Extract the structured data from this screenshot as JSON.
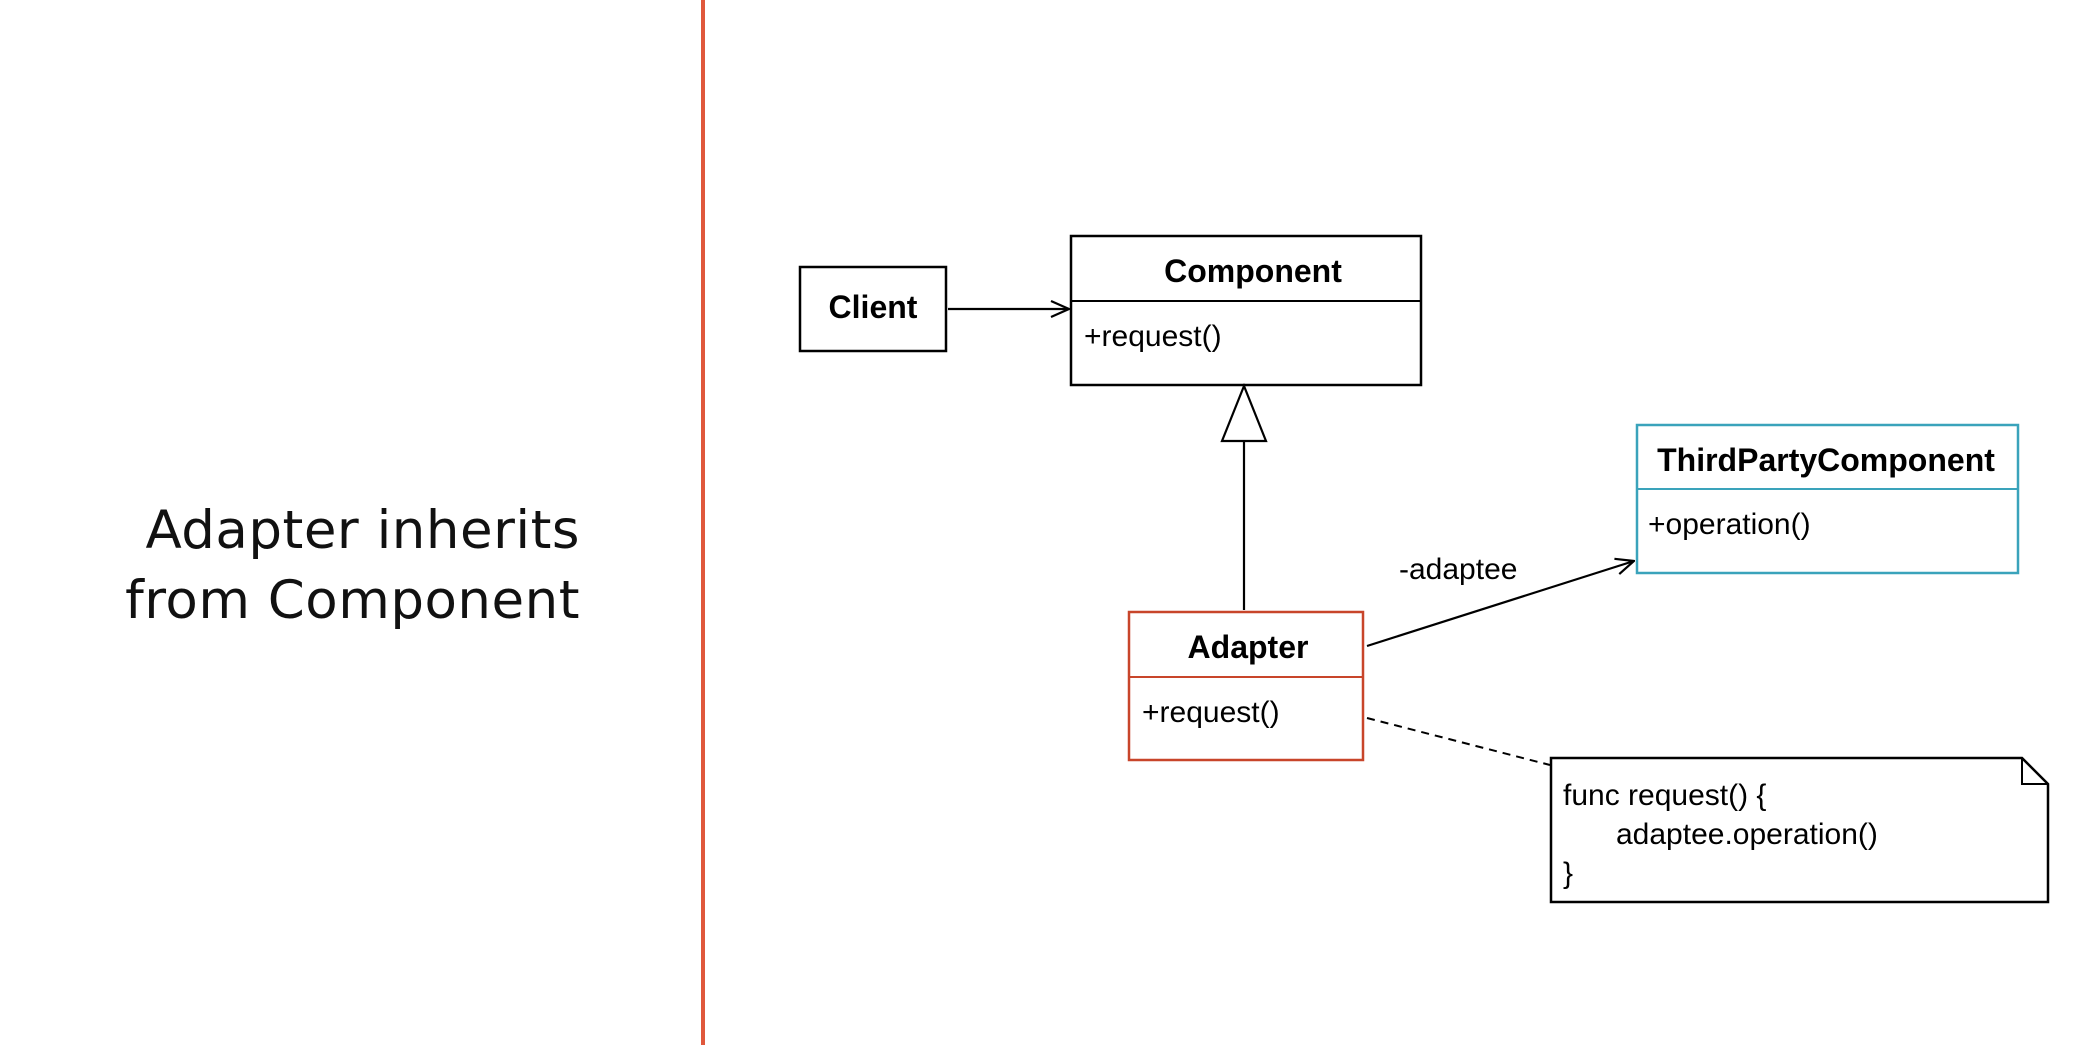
{
  "slide_title": {
    "line1": "Adapter inherits",
    "line2": "from Component"
  },
  "diagram": {
    "client": {
      "name": "Client"
    },
    "component": {
      "name": "Component",
      "method": "+request()"
    },
    "third_party": {
      "name": "ThirdPartyComponent",
      "method": "+operation()"
    },
    "adapter": {
      "name": "Adapter",
      "method": "+request()"
    },
    "association_label": "-adaptee",
    "note": {
      "line1": "func request() {",
      "line2": "adaptee.operation()",
      "line3": "}"
    }
  },
  "colors": {
    "accent": "#e0583c",
    "adapter_border": "#c8452a",
    "third_party_border": "#3aa3bb",
    "default_border": "#000000"
  }
}
